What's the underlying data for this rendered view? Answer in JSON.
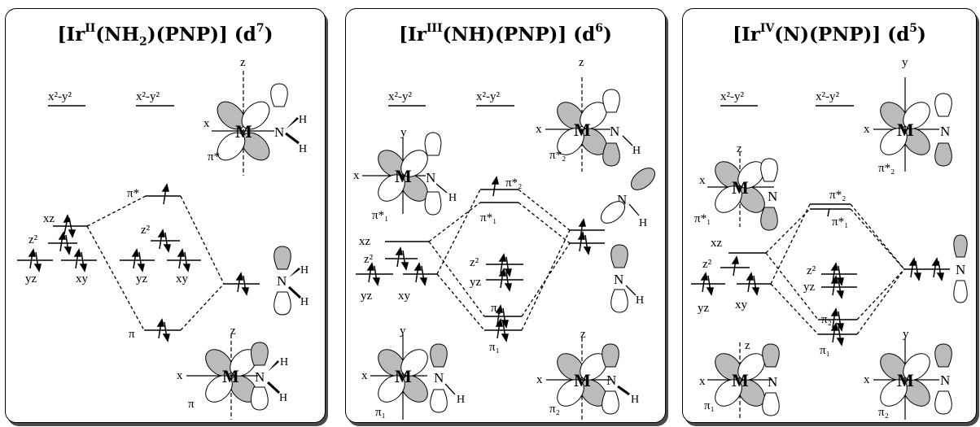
{
  "panels": [
    {
      "id": "p1",
      "title_prefix": "[Ir",
      "title_ox": "II",
      "title_mid": "(NH",
      "title_sub": "2",
      "title_rest": ")(PNP)] (d",
      "title_d": "7",
      "title_end": ")"
    },
    {
      "id": "p2",
      "title_prefix": "[Ir",
      "title_ox": "III",
      "title_mid": "(NH)(PNP)] (d",
      "title_sub": "",
      "title_rest": "",
      "title_d": "6",
      "title_end": ")"
    },
    {
      "id": "p3",
      "title_prefix": "[Ir",
      "title_ox": "IV",
      "title_mid": "(N)(PNP)] (d",
      "title_sub": "",
      "title_rest": "",
      "title_d": "5",
      "title_end": ")"
    }
  ],
  "labels": {
    "x2y2": "x²-y²",
    "xz": "xz",
    "yz": "yz",
    "xy": "xy",
    "z2": "z²",
    "pi": "π",
    "pi_star": "π*",
    "pi1": "π₁",
    "pi2": "π₂",
    "pi_star1": "π*₁",
    "pi_star2": "π*₂",
    "metal": "M",
    "nitrogen": "N",
    "hydrogen": "H",
    "ax_x": "x",
    "ax_y": "y",
    "ax_z": "z"
  }
}
